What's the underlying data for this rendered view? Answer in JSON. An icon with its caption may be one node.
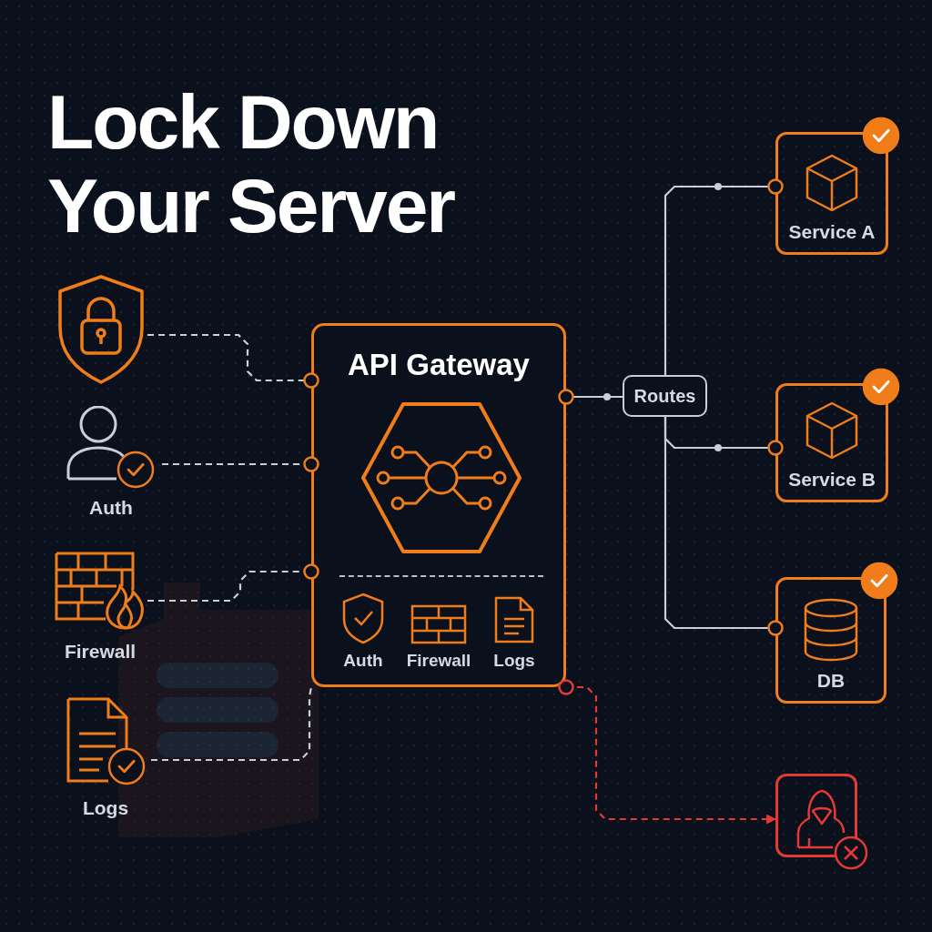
{
  "diagram": {
    "title": "Lock Down Your Server",
    "nodes": [
      {
        "text": [],
        "shape": "shield"
      },
      {
        "text": [
          "Auth"
        ]
      },
      {
        "text": [
          "Firewall"
        ]
      },
      {
        "text": [
          "Logs"
        ]
      },
      {
        "text": [
          "API Gateway",
          "Auth",
          "Firewall",
          "Logs"
        ]
      },
      {
        "text": [
          "Routes"
        ]
      },
      {
        "text": [
          "Service A"
        ]
      },
      {
        "text": [
          "Service B"
        ]
      },
      {
        "text": [
          "DB"
        ]
      },
      {
        "text": [],
        "shape": "box"
      }
    ],
    "edges": [
      {
        "from": 0,
        "to": 4,
        "arrow": "none",
        "style": "dashed"
      },
      {
        "from": 1,
        "to": 4,
        "arrow": "none",
        "style": "dashed"
      },
      {
        "from": 2,
        "to": 4,
        "arrow": "none",
        "style": "dashed"
      },
      {
        "from": 3,
        "to": 4,
        "arrow": "none",
        "style": "dashed"
      },
      {
        "from": 4,
        "to": 5,
        "arrow": "none"
      },
      {
        "from": 5,
        "to": 6,
        "arrow": "none"
      },
      {
        "from": 5,
        "to": 7,
        "arrow": "none"
      },
      {
        "from": 5,
        "to": 8,
        "arrow": "none"
      },
      {
        "from": 4,
        "to": 9,
        "arrow": "to",
        "style": "dashed",
        "color": "#e53935"
      }
    ]
  }
}
